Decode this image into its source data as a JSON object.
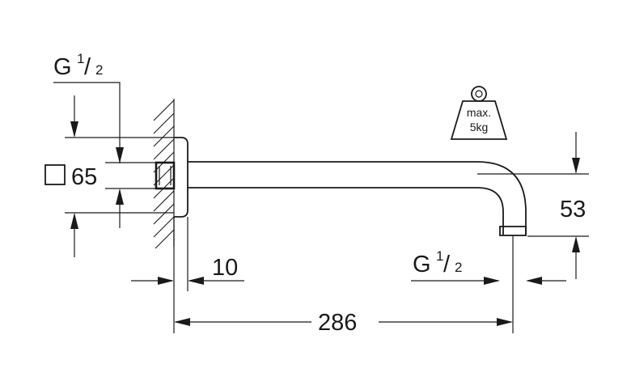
{
  "drawing": {
    "thread_top": {
      "main": "G",
      "num": "1",
      "slash": "/",
      "den": "2"
    },
    "thread_bottom": {
      "main": "G",
      "num": "1",
      "slash": "/",
      "den": "2"
    },
    "flange_square": "65",
    "flange_thickness": "10",
    "arm_length": "286",
    "arm_drop": "53",
    "weight_limit": {
      "line1": "max.",
      "line2": "5kg"
    },
    "icons": [
      "square-section-icon",
      "weight-icon"
    ]
  }
}
